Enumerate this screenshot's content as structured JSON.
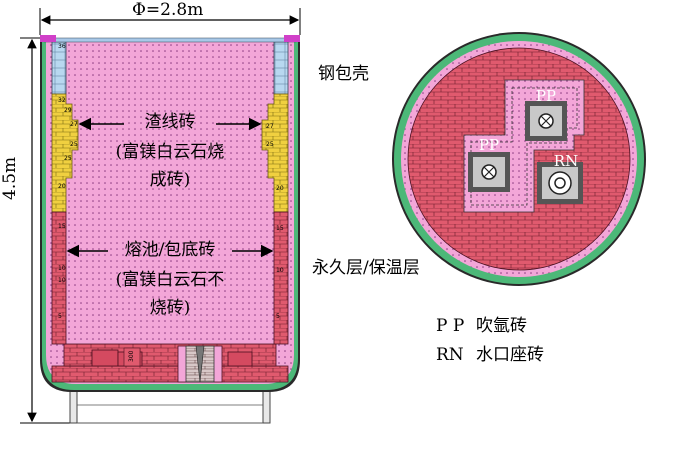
{
  "dimensions": {
    "diameter": "Φ=2.8m",
    "height": "4.5m"
  },
  "labels": {
    "slag_line": {
      "title": "渣线砖",
      "line1": "(富镁白云石烧",
      "line2": "成砖)"
    },
    "bath": {
      "title": "熔池/包底砖",
      "line1": "(富镁白云石不",
      "line2": "烧砖)"
    },
    "shell": "钢包壳",
    "permanent": "永久层/保温层"
  },
  "plan": {
    "pp1": "PP",
    "pp2": "PP",
    "rn": "RN"
  },
  "legend": [
    {
      "code": "P P",
      "desc": "吹氩砖"
    },
    {
      "code": "RN",
      "desc": "水口座砖"
    }
  ],
  "brick_numbers": {
    "left": [
      "36",
      "32",
      "29",
      "27",
      "25",
      "25",
      "20",
      "15",
      "10",
      "10",
      "5"
    ],
    "right": [
      "27",
      "25",
      "20",
      "15",
      "10",
      "5"
    ],
    "bottom": "300"
  },
  "colors": {
    "brick_red": "#e05a6e",
    "brick_yellow": "#f0d040",
    "insulation_green": "#4cb878",
    "permanent_pink": "#f3a6d8",
    "top_blue": "#b8d8f0",
    "nozzle_gray": "#c8c8c8"
  }
}
